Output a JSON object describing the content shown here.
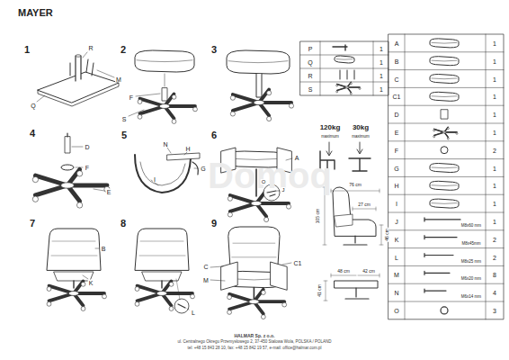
{
  "diagram": {
    "title": "MAYER",
    "labels": [
      "1",
      "R",
      "M",
      "Q",
      "2",
      "F",
      "S",
      "3",
      "4",
      "D",
      "F",
      "E",
      "5",
      "N",
      "H",
      "G",
      "I",
      "6",
      "A",
      "J",
      "O",
      "7",
      "B",
      "K",
      "8",
      "L",
      "9",
      "C",
      "C1",
      "M",
      "120kg",
      "maximum",
      "30kg",
      "maximum",
      "76 cm",
      "27 cm",
      "105 cm",
      "46 cm",
      "48 cm",
      "42 cm",
      "41 cm",
      "P",
      "1",
      "Q",
      "1",
      "R",
      "1",
      "S",
      "1",
      "A",
      "1",
      "B",
      "1",
      "C",
      "1",
      "C1",
      "1",
      "D",
      "1",
      "E",
      "1",
      "F",
      "2",
      "G",
      "1",
      "H",
      "1",
      "I",
      "1",
      "J",
      "1",
      "M8x60 mm",
      "K",
      "2",
      "M8x45mm",
      "L",
      "2",
      "M8x25 mm",
      "M",
      "8",
      "M6x20 mm",
      "N",
      "4",
      "M6x14 mm",
      "O",
      "3",
      "HALMAR Sp. z o.o.",
      "ul. Centralnego Okregu Przemysłowego 2, 37-450 Stalowa Wola, POLSKA / POLAND",
      "tel: +48 15 843 28 10, fax: +48 15 842 19 57, e-mail: office@halmar.com.pl",
      "Domoq"
    ]
  }
}
